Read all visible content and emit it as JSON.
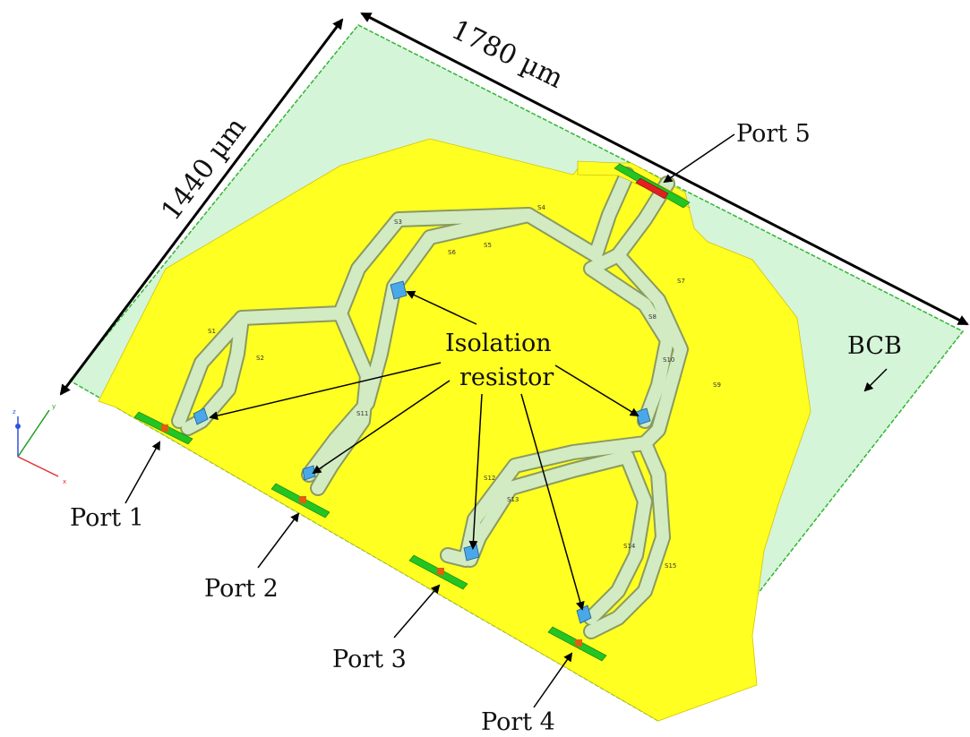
{
  "dimensions": {
    "width_label": "1780 µm",
    "height_label": "1440 µm"
  },
  "ports": {
    "port1": "Port 1",
    "port2": "Port 2",
    "port3": "Port 3",
    "port4": "Port 4",
    "port5": "Port 5"
  },
  "annotations": {
    "isolation_line1": "Isolation",
    "isolation_line2": "resistor",
    "bcb": "BCB"
  },
  "axes": {
    "x": "x",
    "y": "y",
    "z": "z"
  },
  "colors": {
    "substrate": "#d4f5d8",
    "substrate_edge": "#33b533",
    "gold_plane": "#ffff22",
    "trace_fill": "#cfe8c0",
    "trace_edge": "#8a9a60",
    "resistor": "#4aa8e8",
    "port_pad": "#22c522",
    "port5_feed": "#e02020",
    "arrow": "#000000"
  }
}
